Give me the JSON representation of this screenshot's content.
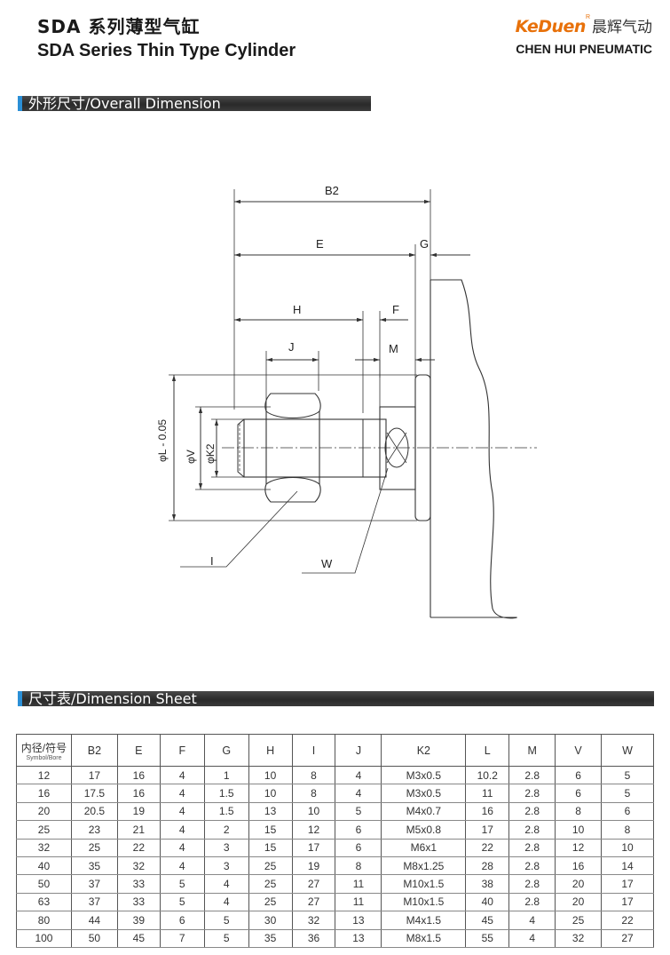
{
  "header": {
    "title_cn": "SDA  系列薄型气缸",
    "title_en": "SDA Series Thin Type  Cylinder"
  },
  "logo": {
    "brand": "KeDuen",
    "reg": "R",
    "brand_cn": "晨辉气动",
    "brand_en": "CHEN HUI PNEUMATIC",
    "brand_color": "#e8710a"
  },
  "sections": {
    "overall": "外形尺寸/Overall Dimension",
    "sheet": "尺寸表/Dimension Sheet",
    "accent_color": "#2b8fd6"
  },
  "drawing": {
    "labels": {
      "B2": "B2",
      "E": "E",
      "G": "G",
      "H": "H",
      "F": "F",
      "J": "J",
      "M": "M",
      "I": "I",
      "W": "W",
      "L": "φL - 0.05",
      "V": "φV",
      "K2": "φK2"
    }
  },
  "table": {
    "head_main": "内径/符号",
    "head_sub": "Symbol/Bore",
    "columns": [
      "B2",
      "E",
      "F",
      "G",
      "H",
      "I",
      "J",
      "K2",
      "L",
      "M",
      "V",
      "W"
    ],
    "rows": [
      [
        "12",
        "17",
        "16",
        "4",
        "1",
        "10",
        "8",
        "4",
        "M3x0.5",
        "10.2",
        "2.8",
        "6",
        "5"
      ],
      [
        "16",
        "17.5",
        "16",
        "4",
        "1.5",
        "10",
        "8",
        "4",
        "M3x0.5",
        "11",
        "2.8",
        "6",
        "5"
      ],
      [
        "20",
        "20.5",
        "19",
        "4",
        "1.5",
        "13",
        "10",
        "5",
        "M4x0.7",
        "16",
        "2.8",
        "8",
        "6"
      ],
      [
        "25",
        "23",
        "21",
        "4",
        "2",
        "15",
        "12",
        "6",
        "M5x0.8",
        "17",
        "2.8",
        "10",
        "8"
      ],
      [
        "32",
        "25",
        "22",
        "4",
        "3",
        "15",
        "17",
        "6",
        "M6x1",
        "22",
        "2.8",
        "12",
        "10"
      ],
      [
        "40",
        "35",
        "32",
        "4",
        "3",
        "25",
        "19",
        "8",
        "M8x1.25",
        "28",
        "2.8",
        "16",
        "14"
      ],
      [
        "50",
        "37",
        "33",
        "5",
        "4",
        "25",
        "27",
        "11",
        "M10x1.5",
        "38",
        "2.8",
        "20",
        "17"
      ],
      [
        "63",
        "37",
        "33",
        "5",
        "4",
        "25",
        "27",
        "11",
        "M10x1.5",
        "40",
        "2.8",
        "20",
        "17"
      ],
      [
        "80",
        "44",
        "39",
        "6",
        "5",
        "30",
        "32",
        "13",
        "M4x1.5",
        "45",
        "4",
        "25",
        "22"
      ],
      [
        "100",
        "50",
        "45",
        "7",
        "5",
        "35",
        "36",
        "13",
        "M8x1.5",
        "55",
        "4",
        "32",
        "27"
      ]
    ]
  }
}
